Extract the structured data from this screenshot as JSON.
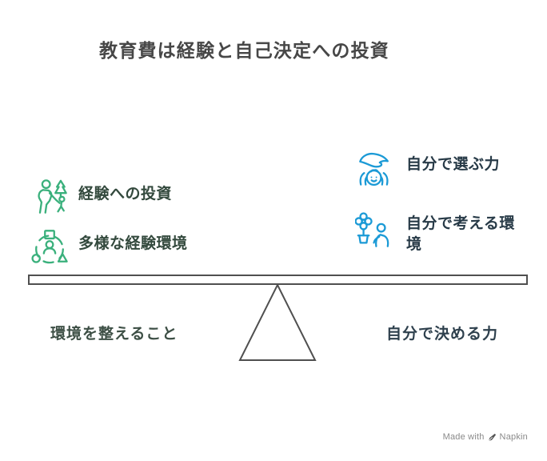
{
  "title": "教育費は経験と自己決定への投資",
  "left_group": {
    "items": [
      {
        "label": "経験への投資",
        "icon": "family-outdoors-icon"
      },
      {
        "label": "多様な経験環境",
        "icon": "diverse-environment-icon"
      }
    ],
    "base_label": "環境を整えること"
  },
  "right_group": {
    "items": [
      {
        "label": "自分で選ぶ力",
        "icon": "care-hand-child-icon"
      },
      {
        "label": "自分で考える環境",
        "icon": "flower-nurture-icon"
      }
    ],
    "base_label": "自分で決める力"
  },
  "watermark": {
    "prefix": "Made with",
    "brand": "Napkin",
    "icon": "napkin-pen-icon"
  },
  "colors": {
    "title_text": "#474747",
    "green_icon": "#3ab07c",
    "green_text": "#33493d",
    "blue_icon": "#1b9ad6",
    "blue_text": "#273a47",
    "beam_stroke": "#4f4f4f",
    "caption_left": "#3d4f45",
    "caption_right": "#2e404d",
    "watermark_gray": "#8a8a8a",
    "watermark_logo": "#555555"
  }
}
